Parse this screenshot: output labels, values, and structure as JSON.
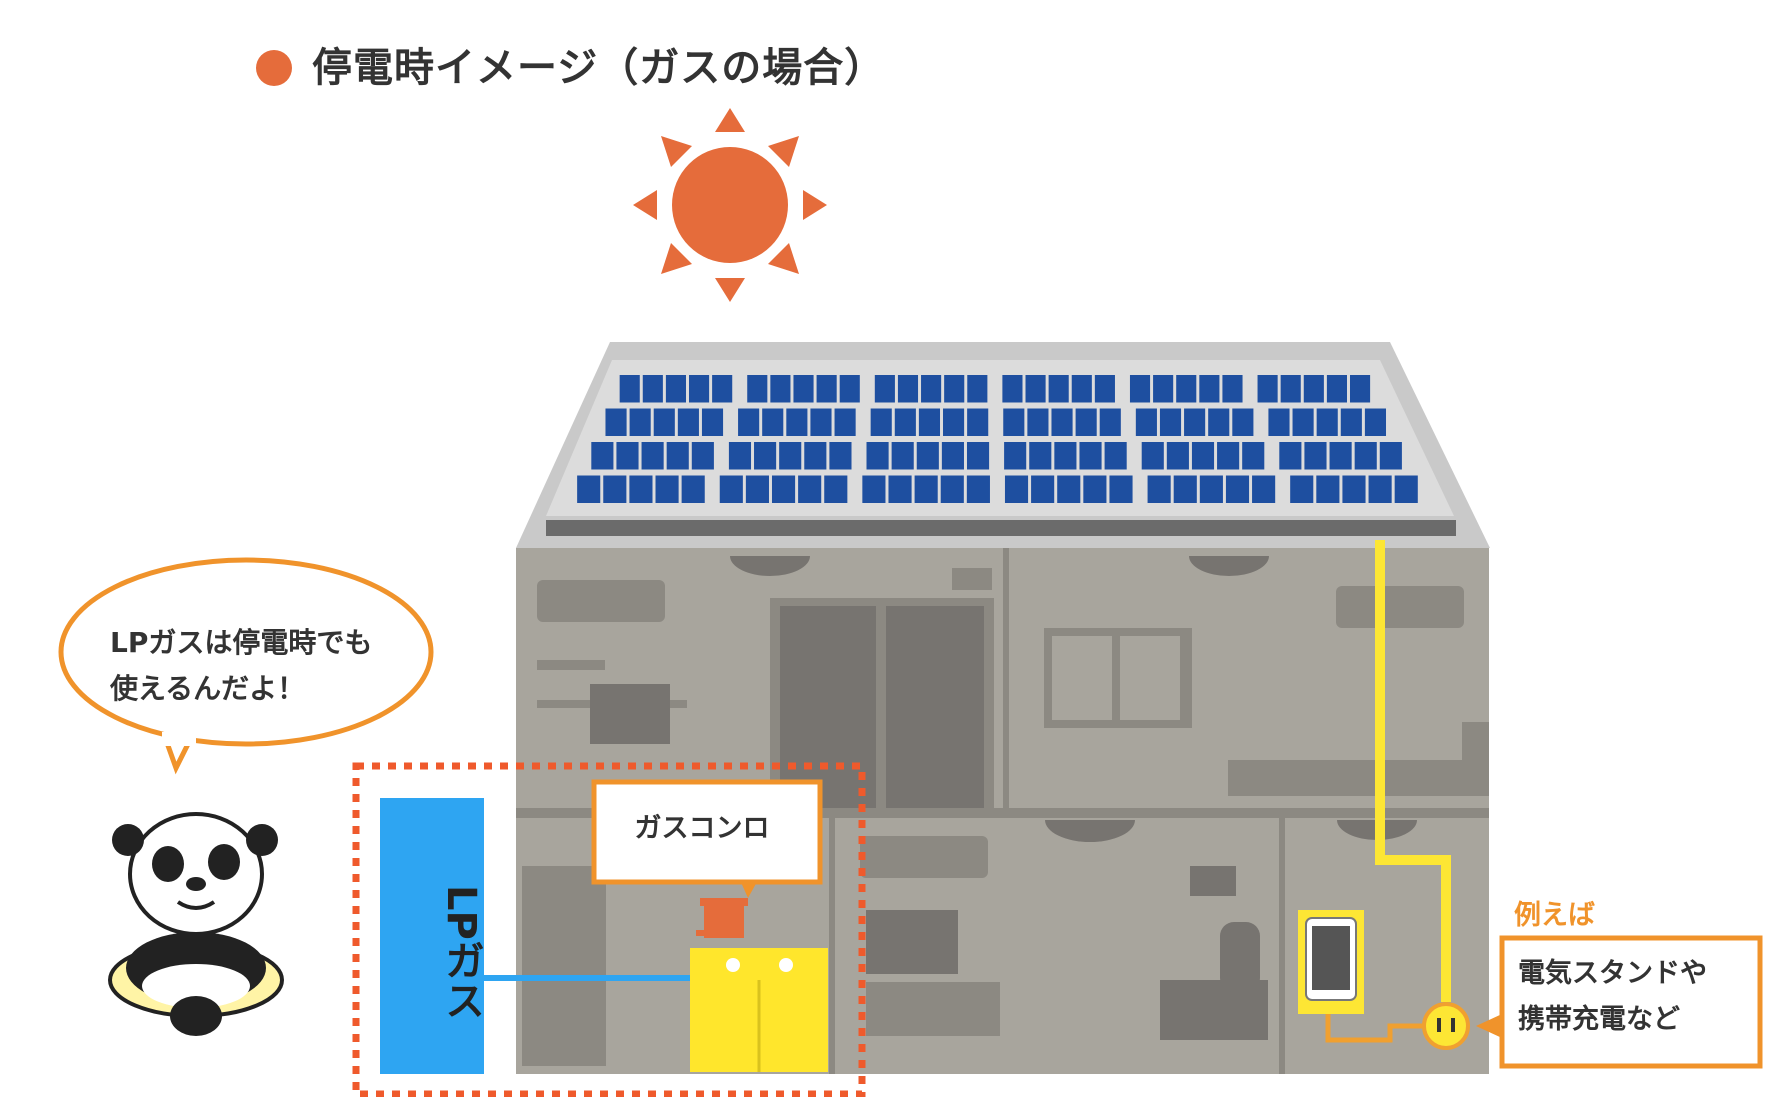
{
  "title": "停電時イメージ（ガスの場合）",
  "speech_bubble": {
    "line1": "LPガスは停電時でも",
    "line2": "使えるんだよ！"
  },
  "gas_stove_callout": "ガスコンロ",
  "lp_gas_tank_label": "LPガス",
  "example": {
    "label": "例えば",
    "line1": "電気スタンドや",
    "line2": "携帯充電など"
  },
  "colors": {
    "accent_orange": "#e56c3b",
    "sun": "#e56c3b",
    "house_wall": "#a8a59d",
    "house_dark": "#777470",
    "solar_cell": "#1e4fa0",
    "lp_gas_tank": "#2ea5f2",
    "gas_stove": "#ffe62c",
    "power_line": "#fde634",
    "callout_border": "#f0932b",
    "dashed_box": "#ef5a2c"
  },
  "icons": [
    "sun-icon",
    "solar-panel-icon",
    "house-icon",
    "panda-icon",
    "smartphone-icon",
    "outlet-icon",
    "gas-pot-icon"
  ]
}
